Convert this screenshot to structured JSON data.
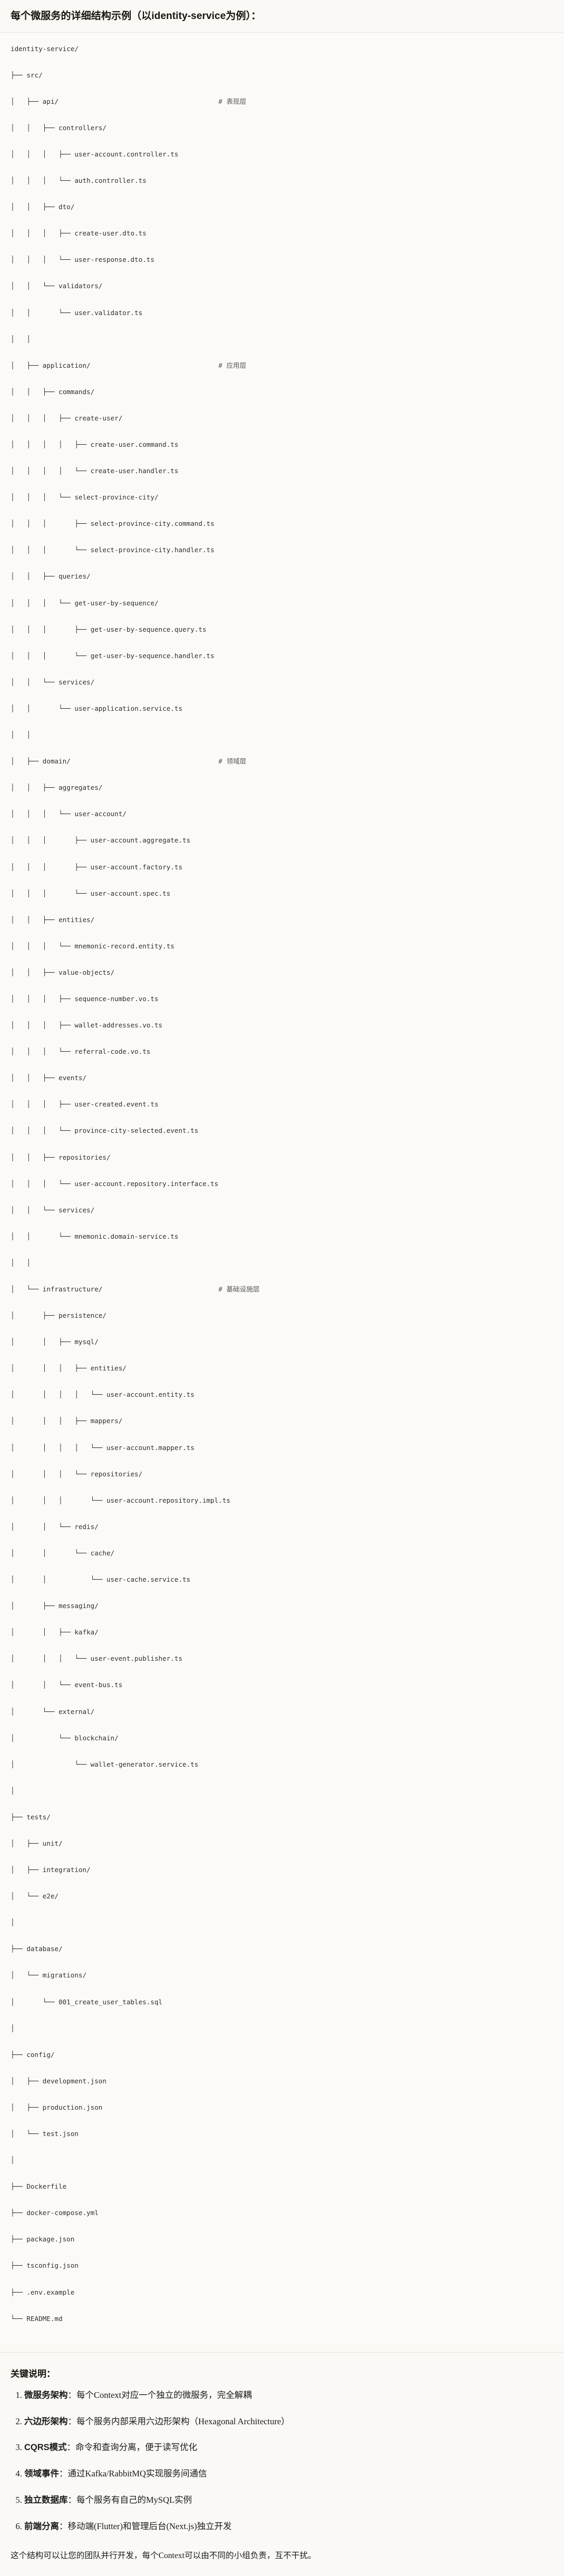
{
  "header": {
    "title": "每个微服务的详细结构示例（以identity-service为例）："
  },
  "tree": {
    "root_label": "identity-service/",
    "comment_column": 52,
    "lines": [
      {
        "text": "identity-service/",
        "comment": ""
      },
      {
        "text": "├── src/",
        "comment": ""
      },
      {
        "text": "│   ├── api/",
        "comment": "# 表现层"
      },
      {
        "text": "│   │   ├── controllers/",
        "comment": ""
      },
      {
        "text": "│   │   │   ├── user-account.controller.ts",
        "comment": ""
      },
      {
        "text": "│   │   │   └── auth.controller.ts",
        "comment": ""
      },
      {
        "text": "│   │   ├── dto/",
        "comment": ""
      },
      {
        "text": "│   │   │   ├── create-user.dto.ts",
        "comment": ""
      },
      {
        "text": "│   │   │   └── user-response.dto.ts",
        "comment": ""
      },
      {
        "text": "│   │   └── validators/",
        "comment": ""
      },
      {
        "text": "│   │       └── user.validator.ts",
        "comment": ""
      },
      {
        "text": "│   │",
        "comment": ""
      },
      {
        "text": "│   ├── application/",
        "comment": "# 应用层"
      },
      {
        "text": "│   │   ├── commands/",
        "comment": ""
      },
      {
        "text": "│   │   │   ├── create-user/",
        "comment": ""
      },
      {
        "text": "│   │   │   │   ├── create-user.command.ts",
        "comment": ""
      },
      {
        "text": "│   │   │   │   └── create-user.handler.ts",
        "comment": ""
      },
      {
        "text": "│   │   │   └── select-province-city/",
        "comment": ""
      },
      {
        "text": "│   │   │       ├── select-province-city.command.ts",
        "comment": ""
      },
      {
        "text": "│   │   │       └── select-province-city.handler.ts",
        "comment": ""
      },
      {
        "text": "│   │   ├── queries/",
        "comment": ""
      },
      {
        "text": "│   │   │   └── get-user-by-sequence/",
        "comment": ""
      },
      {
        "text": "│   │   │       ├── get-user-by-sequence.query.ts",
        "comment": ""
      },
      {
        "text": "│   │   │       └── get-user-by-sequence.handler.ts",
        "comment": ""
      },
      {
        "text": "│   │   └── services/",
        "comment": ""
      },
      {
        "text": "│   │       └── user-application.service.ts",
        "comment": ""
      },
      {
        "text": "│   │",
        "comment": ""
      },
      {
        "text": "│   ├── domain/",
        "comment": "# 领域层"
      },
      {
        "text": "│   │   ├── aggregates/",
        "comment": ""
      },
      {
        "text": "│   │   │   └── user-account/",
        "comment": ""
      },
      {
        "text": "│   │   │       ├── user-account.aggregate.ts",
        "comment": ""
      },
      {
        "text": "│   │   │       ├── user-account.factory.ts",
        "comment": ""
      },
      {
        "text": "│   │   │       └── user-account.spec.ts",
        "comment": ""
      },
      {
        "text": "│   │   ├── entities/",
        "comment": ""
      },
      {
        "text": "│   │   │   └── mnemonic-record.entity.ts",
        "comment": ""
      },
      {
        "text": "│   │   ├── value-objects/",
        "comment": ""
      },
      {
        "text": "│   │   │   ├── sequence-number.vo.ts",
        "comment": ""
      },
      {
        "text": "│   │   │   ├── wallet-addresses.vo.ts",
        "comment": ""
      },
      {
        "text": "│   │   │   └── referral-code.vo.ts",
        "comment": ""
      },
      {
        "text": "│   │   ├── events/",
        "comment": ""
      },
      {
        "text": "│   │   │   ├── user-created.event.ts",
        "comment": ""
      },
      {
        "text": "│   │   │   └── province-city-selected.event.ts",
        "comment": ""
      },
      {
        "text": "│   │   ├── repositories/",
        "comment": ""
      },
      {
        "text": "│   │   │   └── user-account.repository.interface.ts",
        "comment": ""
      },
      {
        "text": "│   │   └── services/",
        "comment": ""
      },
      {
        "text": "│   │       └── mnemonic.domain-service.ts",
        "comment": ""
      },
      {
        "text": "│   │",
        "comment": ""
      },
      {
        "text": "│   └── infrastructure/",
        "comment": "# 基础设施层"
      },
      {
        "text": "│       ├── persistence/",
        "comment": ""
      },
      {
        "text": "│       │   ├── mysql/",
        "comment": ""
      },
      {
        "text": "│       │   │   ├── entities/",
        "comment": ""
      },
      {
        "text": "│       │   │   │   └── user-account.entity.ts",
        "comment": ""
      },
      {
        "text": "│       │   │   ├── mappers/",
        "comment": ""
      },
      {
        "text": "│       │   │   │   └── user-account.mapper.ts",
        "comment": ""
      },
      {
        "text": "│       │   │   └── repositories/",
        "comment": ""
      },
      {
        "text": "│       │   │       └── user-account.repository.impl.ts",
        "comment": ""
      },
      {
        "text": "│       │   └── redis/",
        "comment": ""
      },
      {
        "text": "│       │       └── cache/",
        "comment": ""
      },
      {
        "text": "│       │           └── user-cache.service.ts",
        "comment": ""
      },
      {
        "text": "│       ├── messaging/",
        "comment": ""
      },
      {
        "text": "│       │   ├── kafka/",
        "comment": ""
      },
      {
        "text": "│       │   │   └── user-event.publisher.ts",
        "comment": ""
      },
      {
        "text": "│       │   └── event-bus.ts",
        "comment": ""
      },
      {
        "text": "│       └── external/",
        "comment": ""
      },
      {
        "text": "│           └── blockchain/",
        "comment": ""
      },
      {
        "text": "│               └── wallet-generator.service.ts",
        "comment": ""
      },
      {
        "text": "│",
        "comment": ""
      },
      {
        "text": "├── tests/",
        "comment": ""
      },
      {
        "text": "│   ├── unit/",
        "comment": ""
      },
      {
        "text": "│   ├── integration/",
        "comment": ""
      },
      {
        "text": "│   └── e2e/",
        "comment": ""
      },
      {
        "text": "│",
        "comment": ""
      },
      {
        "text": "├── database/",
        "comment": ""
      },
      {
        "text": "│   └── migrations/",
        "comment": ""
      },
      {
        "text": "│       └── 001_create_user_tables.sql",
        "comment": ""
      },
      {
        "text": "│",
        "comment": ""
      },
      {
        "text": "├── config/",
        "comment": ""
      },
      {
        "text": "│   ├── development.json",
        "comment": ""
      },
      {
        "text": "│   ├── production.json",
        "comment": ""
      },
      {
        "text": "│   └── test.json",
        "comment": ""
      },
      {
        "text": "│",
        "comment": ""
      },
      {
        "text": "├── Dockerfile",
        "comment": ""
      },
      {
        "text": "├── docker-compose.yml",
        "comment": ""
      },
      {
        "text": "├── package.json",
        "comment": ""
      },
      {
        "text": "├── tsconfig.json",
        "comment": ""
      },
      {
        "text": "├── .env.example",
        "comment": ""
      },
      {
        "text": "└── README.md",
        "comment": ""
      }
    ]
  },
  "notes": {
    "heading": "关键说明：",
    "items": [
      {
        "term": "微服务架构",
        "sep": "：",
        "desc": "每个Context对应一个独立的微服务，完全解耦"
      },
      {
        "term": "六边形架构",
        "sep": "：",
        "desc": "每个服务内部采用六边形架构（Hexagonal Architecture）"
      },
      {
        "term": "CQRS模式",
        "sep": "：",
        "desc": "命令和查询分离，便于读写优化"
      },
      {
        "term": "领域事件",
        "sep": "：",
        "desc": "通过Kafka/RabbitMQ实现服务间通信"
      },
      {
        "term": "独立数据库",
        "sep": "：",
        "desc": "每个服务有自己的MySQL实例"
      },
      {
        "term": "前端分离",
        "sep": "：",
        "desc": "移动端(Flutter)和管理后台(Next.js)独立开发"
      }
    ],
    "closing": "这个结构可以让您的团队并行开发，每个Context可以由不同的小组负责，互不干扰。"
  },
  "colors": {
    "page_bg": "#faf9f5",
    "code_bg": "#fbfaf7",
    "text": "#1a1a18",
    "code_text": "#30302e",
    "comment_text": "#57565a",
    "rule": "#e6e4dc"
  }
}
